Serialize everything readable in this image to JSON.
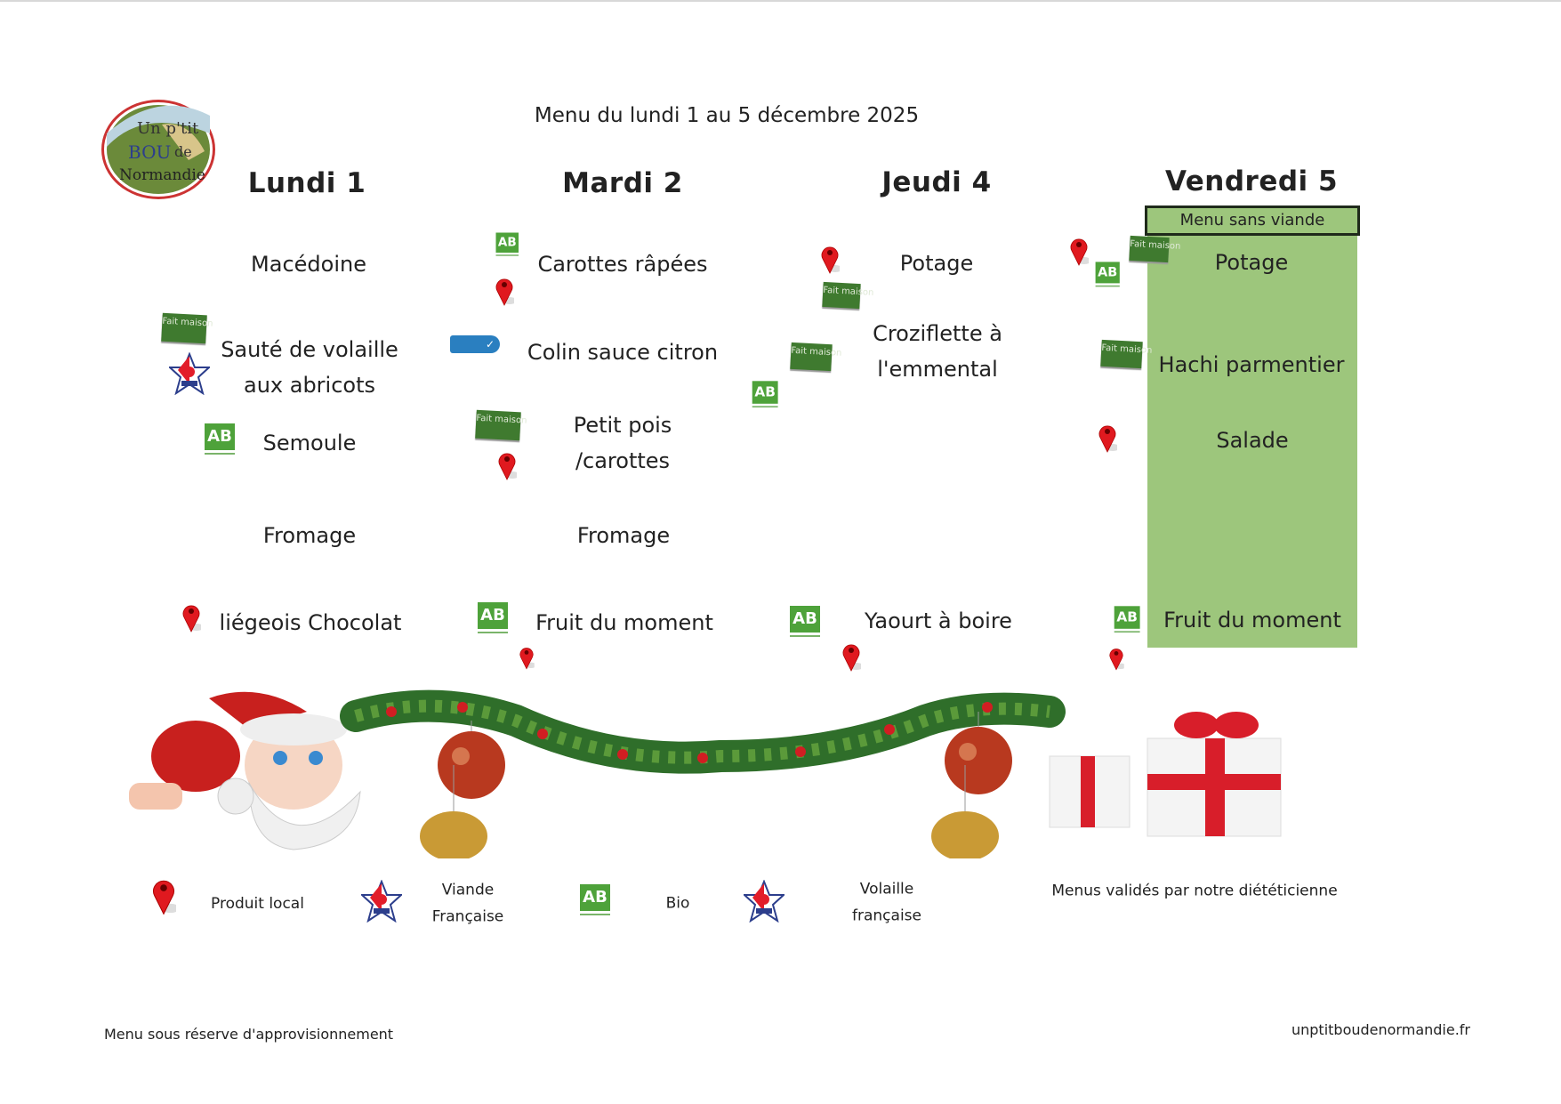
{
  "title": "Menu du lundi 1 au 5 décembre 2025",
  "logo": {
    "text": "Un p'tit BOU de Normandie"
  },
  "days": [
    {
      "label": "Lundi 1",
      "items": [
        "Macédoine",
        "Sauté de volaille",
        "aux abricots",
        "Semoule",
        "Fromage",
        "liégeois Chocolat"
      ]
    },
    {
      "label": "Mardi 2",
      "items": [
        "Carottes râpées",
        "Colin sauce citron",
        "Petit pois",
        "/carottes",
        "Fromage",
        "Fruit du moment"
      ]
    },
    {
      "label": "Jeudi 4",
      "items": [
        "Potage",
        "Croziflette à",
        "l'emmental",
        "Yaourt à boire"
      ]
    },
    {
      "label": "Vendredi 5",
      "subtitle": "Menu sans viande",
      "items": [
        "Potage",
        "Hachi parmentier",
        "Salade",
        "Fruit du moment"
      ]
    }
  ],
  "badges": {
    "fait_maison": "Fait maison",
    "bio": "AB",
    "msc": "✓"
  },
  "legend": {
    "local": "Produit local",
    "viande_1": "Viande",
    "viande_2": "Française",
    "bio": "Bio",
    "volaille_1": "Volaille",
    "volaille_2": "française",
    "validated": "Menus validés par notre diététicienne"
  },
  "footer": {
    "left": "Menu sous réserve d'approvisionnement",
    "right": "unptitboudenormandie.fr"
  },
  "colors": {
    "green_panel": "#9dc67c",
    "bio_green": "#4ea23a",
    "pin_red": "#e0191f"
  }
}
